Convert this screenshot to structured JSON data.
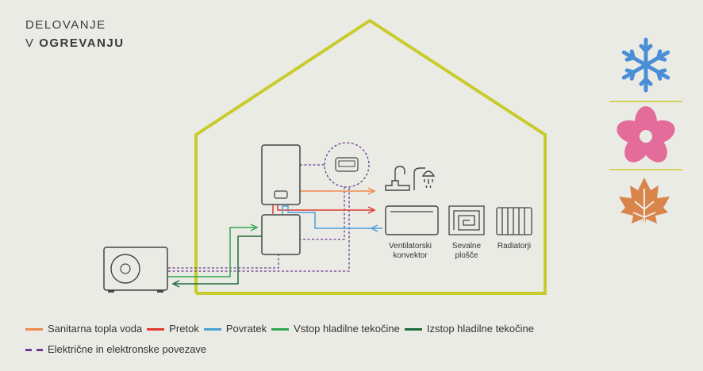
{
  "header": {
    "line1": "DELOVANJE",
    "line2_prefix": "V ",
    "line2_bold": "OGREVANJU"
  },
  "labels": {
    "fan_line1": "Ventilatorski",
    "fan_line2": "konvektor",
    "radiant_line1": "Sevalne",
    "radiant_line2": "plošče",
    "radiators": "Radiatorji"
  },
  "legend": [
    {
      "label": "Sanitarna topla voda",
      "color": "#f08a4b"
    },
    {
      "label": "Pretok",
      "color": "#e03a2f"
    },
    {
      "label": "Povratek",
      "color": "#4a9fd8"
    },
    {
      "label": "Vstop hladilne tekočine",
      "color": "#2fa84f"
    },
    {
      "label": "Izstop hladilne tekočine",
      "color": "#1f6b3a"
    },
    {
      "label": "Električne in elektronske povezave",
      "color": "#6a3d8f"
    }
  ],
  "seasons": [
    {
      "name": "snowflake-icon",
      "color": "#4a8fd6"
    },
    {
      "name": "flower-icon",
      "color": "#e36c9a"
    },
    {
      "name": "maple-leaf-icon",
      "color": "#d9844a"
    }
  ],
  "colors": {
    "house": "#c8cc2a",
    "unit_stroke": "#444444",
    "separator": "#c8cc2a"
  }
}
